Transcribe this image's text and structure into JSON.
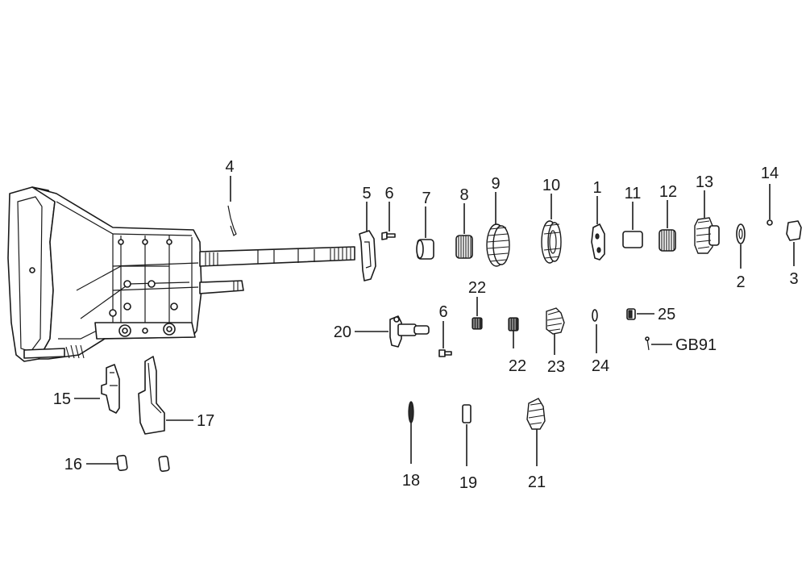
{
  "callouts": {
    "c1": "1",
    "c2": "2",
    "c3": "3",
    "c4": "4",
    "c5": "5",
    "c6a": "6",
    "c6b": "6",
    "c7": "7",
    "c8": "8",
    "c9": "9",
    "c10": "10",
    "c11": "11",
    "c12": "12",
    "c13": "13",
    "c14": "14",
    "c15": "15",
    "c16": "16",
    "c17": "17",
    "c18": "18",
    "c19": "19",
    "c20": "20",
    "c21": "21",
    "c22a": "22",
    "c22b": "22",
    "c23": "23",
    "c24": "24",
    "c25": "25",
    "gb91": "GB91"
  }
}
